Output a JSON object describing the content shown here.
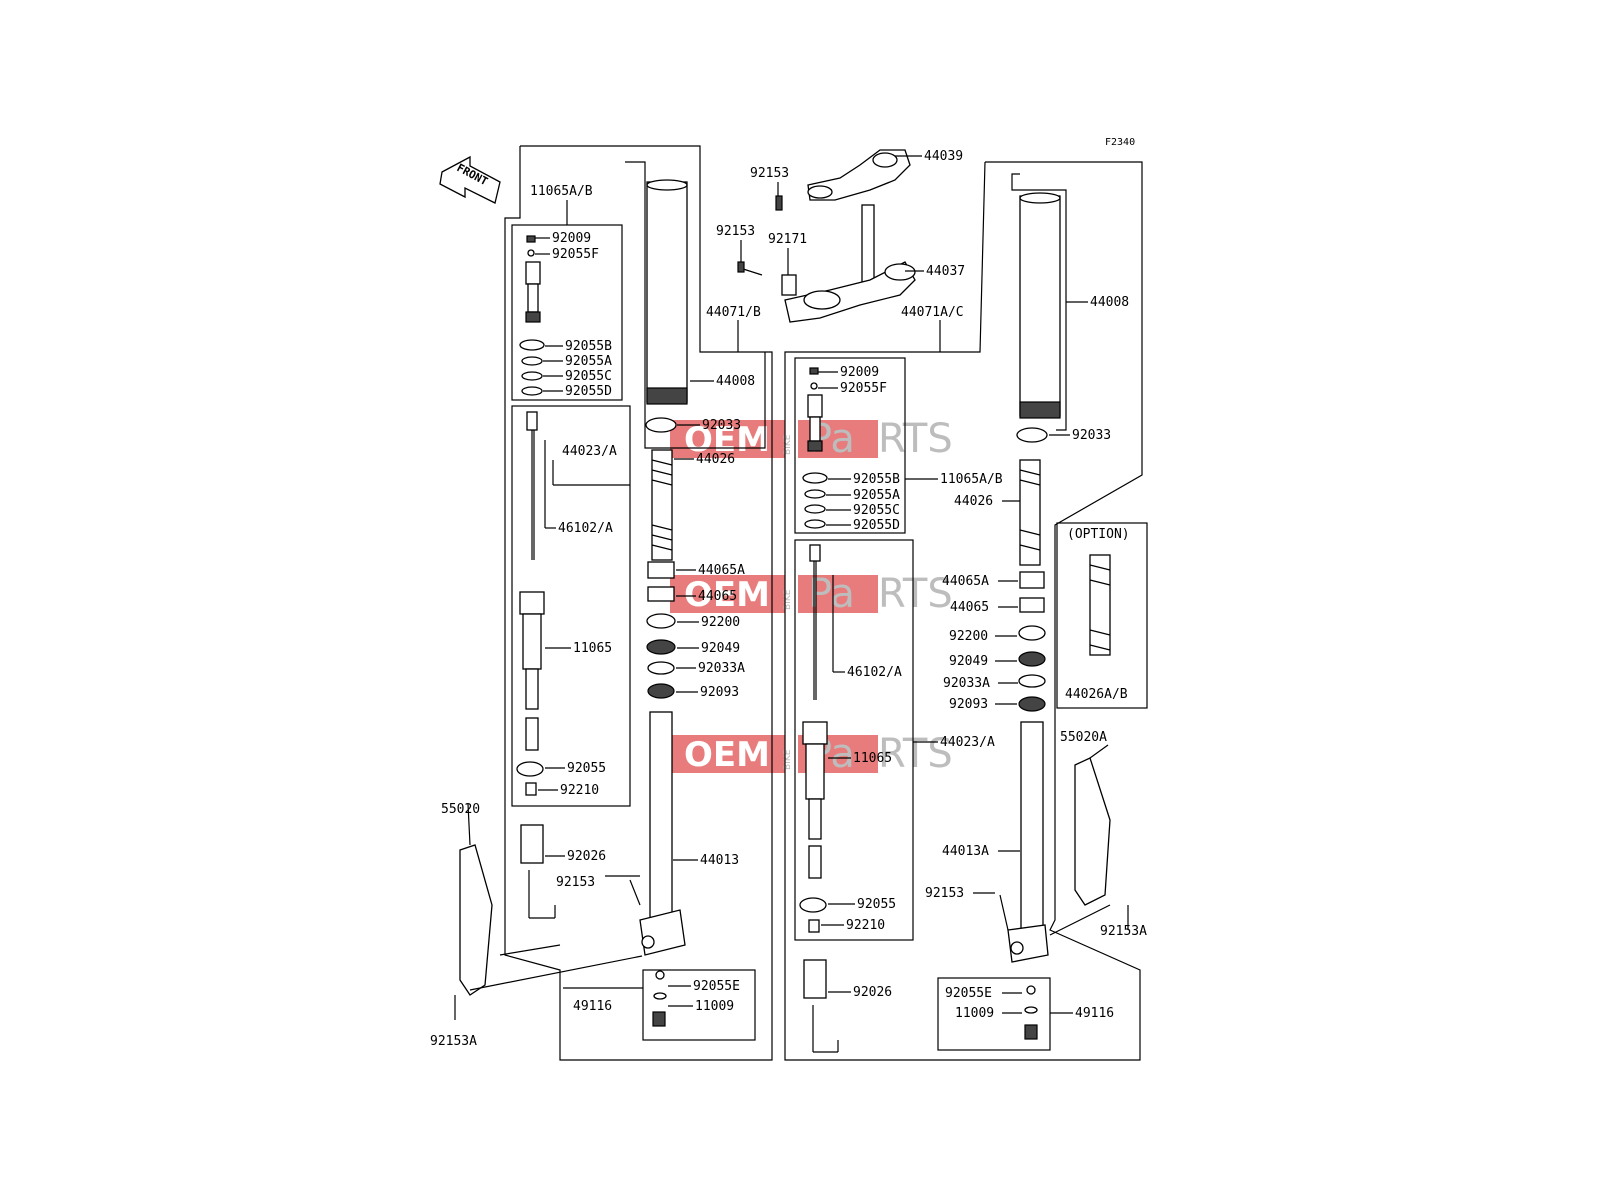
{
  "figure_code": "F2340",
  "front_badge": "FRONT",
  "watermark": {
    "oem": "OEM",
    "bike": "BIKE",
    "parts_a": "Pa",
    "parts_b": "RTS"
  },
  "labels": {
    "l11065AB": "11065A/B",
    "l92009": "92009",
    "l92055F": "92055F",
    "l92055B": "92055B",
    "l92055A": "92055A",
    "l92055C": "92055C",
    "l92055D": "92055D",
    "l44023A": "44023/A",
    "l46102A": "46102/A",
    "l11065": "11065",
    "l92055": "92055",
    "l92210": "92210",
    "l92026": "92026",
    "l92153": "92153",
    "l55020": "55020",
    "l92153A": "92153A",
    "l49116": "49116",
    "l92055E": "92055E",
    "l11009": "11009",
    "l44071B": "44071/B",
    "l44008": "44008",
    "l92033": "92033",
    "l44026": "44026",
    "l44065A": "44065A",
    "l44065": "44065",
    "l92200": "92200",
    "l92049": "92049",
    "l92033A": "92033A",
    "l92093": "92093",
    "l44013": "44013",
    "l44039": "44039",
    "l92153t": "92153",
    "l92153b": "92153",
    "l92171": "92171",
    "l44037": "44037",
    "r44071AC": "44071A/C",
    "r92009": "92009",
    "r92055F": "92055F",
    "r92055B": "92055B",
    "r11065AB": "11065A/B",
    "r92055A": "92055A",
    "r92055C": "92055C",
    "r92055D": "92055D",
    "r46102A": "46102/A",
    "r44023A": "44023/A",
    "r11065": "11065",
    "r92055": "92055",
    "r92210": "92210",
    "r92026": "92026",
    "r44008": "44008",
    "r92033": "92033",
    "r44026": "44026",
    "r44065A": "44065A",
    "r44065": "44065",
    "r92200": "92200",
    "r92049": "92049",
    "r92033A": "92033A",
    "r92093": "92093",
    "r44013A": "44013A",
    "r92153": "92153",
    "r92153A": "92153A",
    "r55020A": "55020A",
    "r92055E": "92055E",
    "r11009": "11009",
    "r49116": "49116",
    "option": "(OPTION)",
    "r44026AB": "44026A/B"
  }
}
